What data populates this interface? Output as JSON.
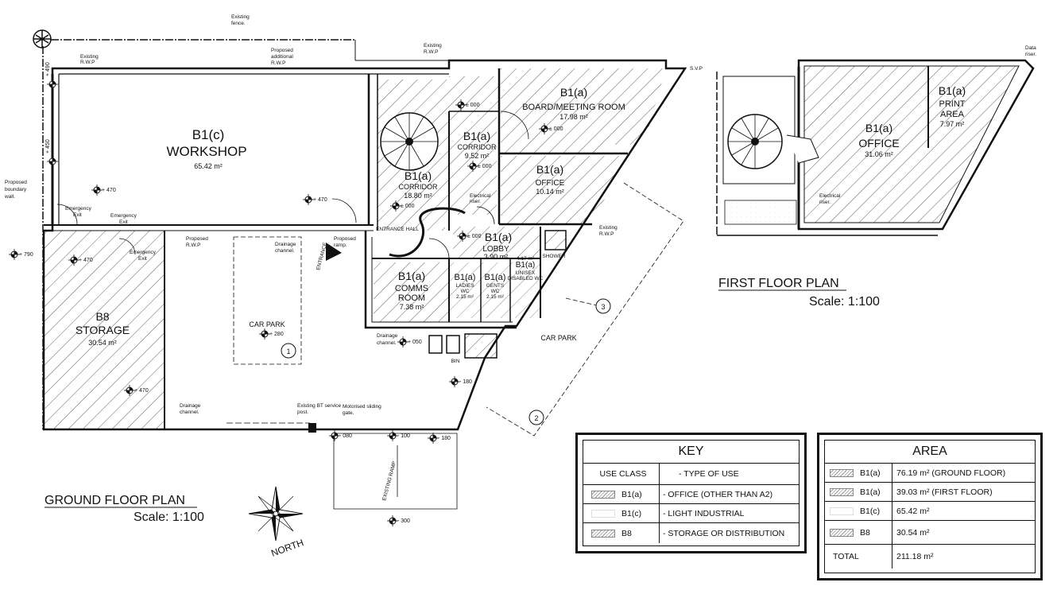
{
  "plans": {
    "ground": {
      "title": "GROUND FLOOR PLAN",
      "scale": "Scale: 1:100"
    },
    "first": {
      "title": "FIRST FLOOR PLAN",
      "scale": "Scale: 1:100"
    }
  },
  "north": "NORTH",
  "rooms": {
    "workshop": {
      "cls": "B1(c)",
      "name": "WORKSHOP",
      "area": "65.42 m²"
    },
    "storage": {
      "cls": "B8",
      "name": "STORAGE",
      "area": "30.54 m²"
    },
    "board": {
      "cls": "B1(a)",
      "name": "BOARD/MEETING ROOM",
      "area": "17.98 m²"
    },
    "corridor_top": {
      "cls": "B1(a)",
      "name": "CORRIDOR",
      "area": "9.52 m²"
    },
    "corridor_main": {
      "cls": "B1(a)",
      "name": "CORRIDOR",
      "area": "18.80 m²"
    },
    "office_g": {
      "cls": "B1(a)",
      "name": "OFFICE",
      "area": "10.14 m²"
    },
    "lobby": {
      "cls": "B1(a)",
      "name": "LOBBY",
      "area": "3.90 m²"
    },
    "comms": {
      "cls": "B1(a)",
      "name": "COMMS",
      "name2": "ROOM",
      "area": "7.38 m²"
    },
    "ladies": {
      "cls": "B1(a)",
      "name": "LADIES",
      "name2": "WC",
      "area": "2.15 m²"
    },
    "gents": {
      "cls": "B1(a)",
      "name": "GENTS",
      "name2": "WC",
      "area": "2.15 m²"
    },
    "disabled": {
      "cls": "B1(a)",
      "name": "UNISEX",
      "name2": "DISABLED WC",
      "area": "4.17 m²"
    },
    "office_f": {
      "cls": "B1(a)",
      "name": "OFFICE",
      "area": "31.06 m²"
    },
    "print": {
      "cls": "B1(a)",
      "name": "PRINT",
      "name2": "AREA",
      "area": "7.97 m²"
    }
  },
  "labels": {
    "car_park": "CAR PARK",
    "entrance_hall": "ENTRANCE HALL",
    "entrance": "ENTRANCE",
    "bin": "BIN",
    "shower": "SHOWER",
    "existing_fence_1": "Existing",
    "existing_fence_2": "fence.",
    "existing_rwp_1": "Existing",
    "existing_rwp_2": "R.W.P",
    "proposed_rwp_1": "Proposed",
    "proposed_rwp_2": "additional",
    "proposed_rwp_3": "R.W.P",
    "existing_rwp_top_1": "Existing",
    "existing_rwp_top_2": "R.W.P",
    "svp": "S.V.P",
    "boundary_1": "Proposed",
    "boundary_2": "boundary",
    "boundary_3": "wall.",
    "emergency_exit_1": "Emergency",
    "emergency_exit_2": "Exit",
    "proposed_rwp_b_1": "Proposed",
    "proposed_rwp_b_2": "R.W.P",
    "drainage_1": "Drainage",
    "drainage_2": "channel.",
    "electrical_1": "Electrical",
    "electrical_2": "riser.",
    "existing_rwp_r_1": "Existing",
    "existing_rwp_r_2": "R.W.P",
    "bt_post_1": "Existing BT service",
    "bt_post_2": "post.",
    "gate_1": "Motorised sliding",
    "gate_2": "gate.",
    "ramp": "EXISTING RAMP",
    "data_riser_1": "Data",
    "data_riser_2": "riser.",
    "proposed_ramp_1": "Proposed",
    "proposed_ramp_2": "ramp."
  },
  "levels": {
    "l490": "+ 490",
    "l450": "+ 450",
    "l470a": "+ 470",
    "l470b": "+ 470",
    "l470c": "+ 470",
    "l470d": "+ 470",
    "l790": "+ 790",
    "l280": "+ 280",
    "l050": "+ 050",
    "l180a": "- 180",
    "l180b": "- 180",
    "l080": "- 080",
    "l100": "- 100",
    "l300": "- 300",
    "l000a": "± 000",
    "l000b": "± 000",
    "l000c": "± 000",
    "l000d": "± 000",
    "l000e": "± 000"
  },
  "bays": [
    "1",
    "2",
    "3"
  ],
  "key": {
    "title": "KEY",
    "header": [
      "USE CLASS",
      "- TYPE OF USE"
    ],
    "rows": [
      {
        "cls": "B1(a)",
        "type": "- OFFICE (OTHER THAN A2)"
      },
      {
        "cls": "B1(c)",
        "type": "- LIGHT INDUSTRIAL"
      },
      {
        "cls": "B8",
        "type": "- STORAGE OR DISTRIBUTION"
      }
    ]
  },
  "area": {
    "title": "AREA",
    "rows": [
      {
        "cls": "B1(a)",
        "value": "76.19 m² (GROUND FLOOR)"
      },
      {
        "cls": "B1(a)",
        "value": "39.03 m² (FIRST FLOOR)"
      },
      {
        "cls": "B1(c)",
        "value": "65.42 m²"
      },
      {
        "cls": "B8",
        "value": "30.54 m²"
      }
    ],
    "total_label": "TOTAL",
    "total_value": "211.18 m²"
  }
}
